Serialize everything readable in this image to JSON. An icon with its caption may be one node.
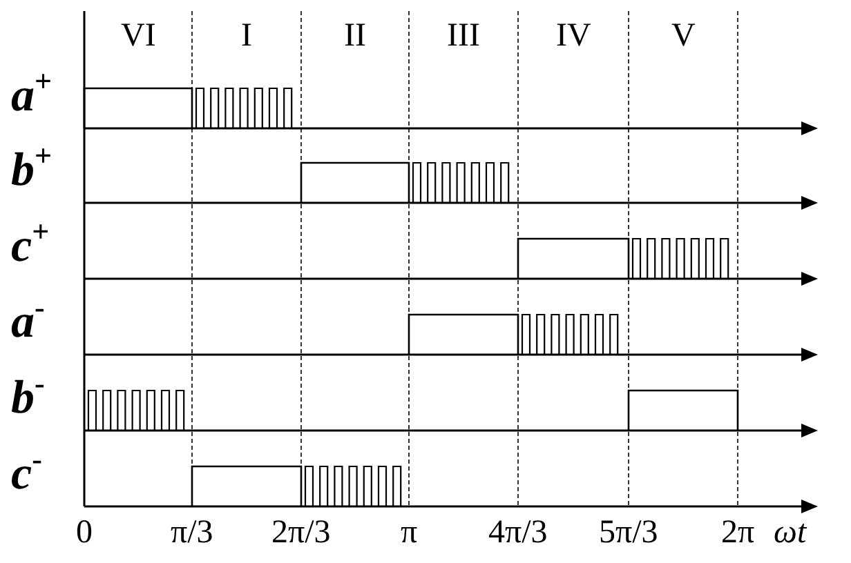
{
  "diagram": {
    "labels": [
      "VI",
      "I",
      "II",
      "III",
      "IV",
      "V",
      "a$^{+}$",
      "b$^{+}$",
      "c$^{+}$",
      "a$^{-}$",
      "b$^{-}$",
      "c$^{-}$",
      "0",
      "π/3",
      "2π/3",
      "π",
      "4π/3",
      "5π/3",
      "2π",
      "ωt"
    ]
  }
}
